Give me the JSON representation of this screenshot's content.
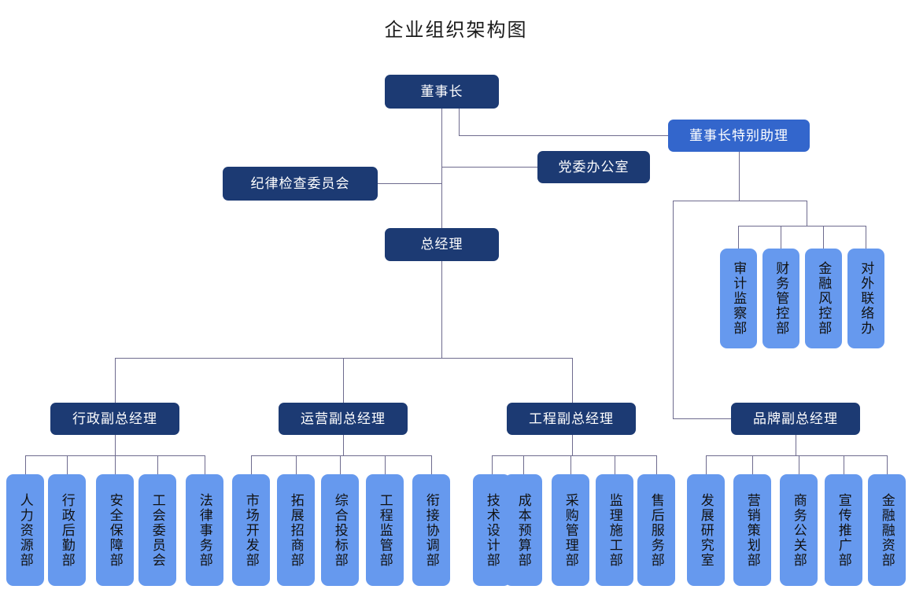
{
  "title": "企业组织架构图",
  "colors": {
    "navy": "#1c3a73",
    "blue": "#3366cc",
    "light": "#6699ee",
    "line": "#6e6b8e",
    "background": "#ffffff",
    "title_text": "#1a1a1a"
  },
  "org": {
    "root": {
      "label": "董事长",
      "style": "navy"
    },
    "assistant": {
      "label": "董事长特别助理",
      "style": "blue"
    },
    "party_office": {
      "label": "党委办公室",
      "style": "navy"
    },
    "discipline": {
      "label": "纪律检查委员会",
      "style": "navy"
    },
    "general_manager": {
      "label": "总经理",
      "style": "navy"
    },
    "assistant_departments": [
      {
        "label": "审计监察部",
        "style": "light"
      },
      {
        "label": "财务管控部",
        "style": "light"
      },
      {
        "label": "金融风控部",
        "style": "light"
      },
      {
        "label": "对外联络办",
        "style": "light"
      }
    ],
    "vice_presidents": [
      {
        "label": "行政副总经理",
        "style": "navy",
        "departments": [
          {
            "label": "人力资源部",
            "style": "light"
          },
          {
            "label": "行政后勤部",
            "style": "light"
          },
          {
            "label": "安全保障部",
            "style": "light"
          },
          {
            "label": "工会委员会",
            "style": "light"
          },
          {
            "label": "法律事务部",
            "style": "light"
          }
        ]
      },
      {
        "label": "运营副总经理",
        "style": "navy",
        "departments": [
          {
            "label": "市场开发部",
            "style": "light"
          },
          {
            "label": "拓展招商部",
            "style": "light"
          },
          {
            "label": "综合投标部",
            "style": "light"
          },
          {
            "label": "工程监管部",
            "style": "light"
          },
          {
            "label": "衔接协调部",
            "style": "light"
          }
        ]
      },
      {
        "label": "工程副总经理",
        "style": "navy",
        "departments": [
          {
            "label": "技术设计部",
            "style": "light"
          },
          {
            "label": "成本预算部",
            "style": "light"
          },
          {
            "label": "采购管理部",
            "style": "light"
          },
          {
            "label": "监理施工部",
            "style": "light"
          },
          {
            "label": "售后服务部",
            "style": "light"
          }
        ]
      },
      {
        "label": "品牌副总经理",
        "style": "navy",
        "departments": [
          {
            "label": "发展研究室",
            "style": "light"
          },
          {
            "label": "营销策划部",
            "style": "light"
          },
          {
            "label": "商务公关部",
            "style": "light"
          },
          {
            "label": "宣传推广部",
            "style": "light"
          },
          {
            "label": "金融融资部",
            "style": "light"
          }
        ]
      }
    ]
  }
}
